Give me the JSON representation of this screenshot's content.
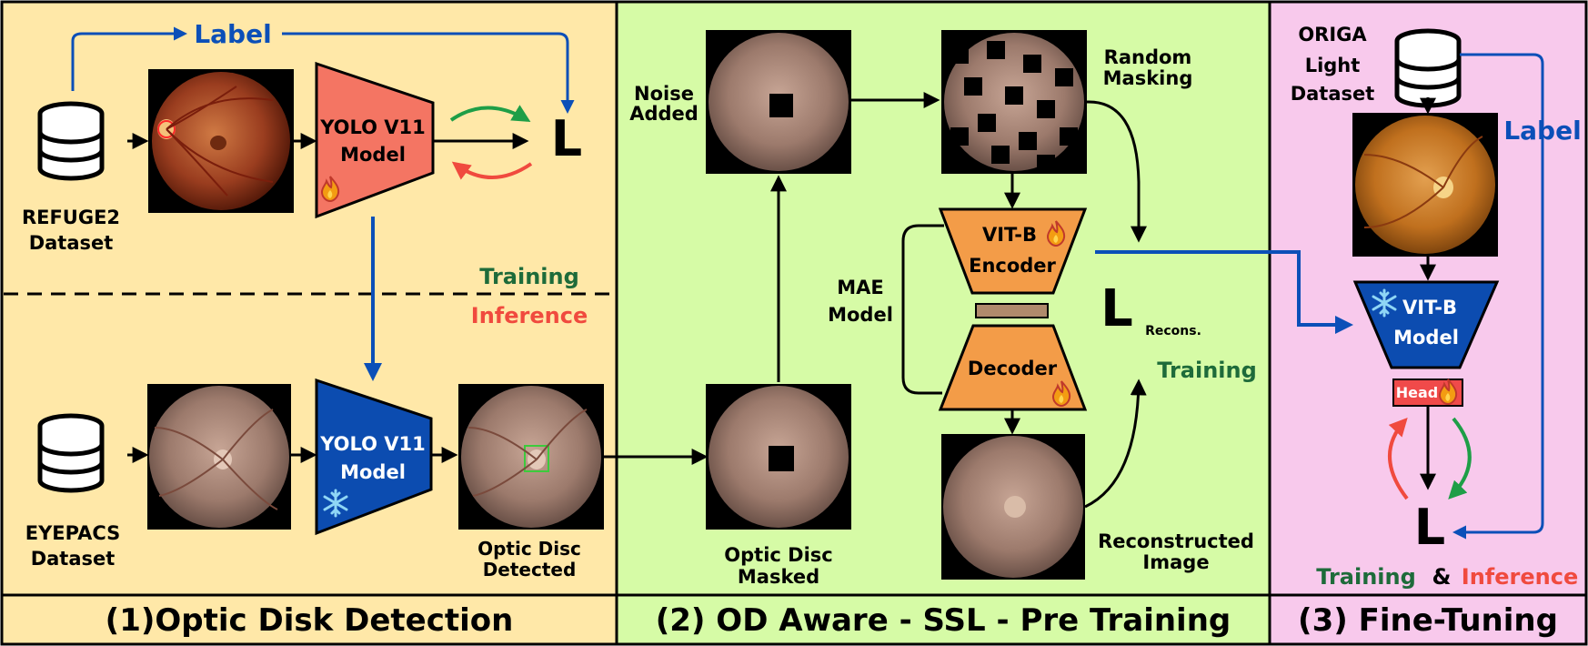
{
  "colors": {
    "panel1": "#FFE8A8",
    "panel2": "#D6FBA6",
    "panel3": "#F8C9EC",
    "blue": "#0B4FB8",
    "red": "#F04A3E",
    "green": "#1E9E47",
    "dark_green": "#1E6B3A",
    "trapezoid_red": "#F47563",
    "trapezoid_orange": "#F39C48",
    "trapezoid_blue": "#0C4CB0"
  },
  "panel1": {
    "label_top": "Label",
    "refuge_line1": "REFUGE2",
    "refuge_line2": "Dataset",
    "yolo_train_line1": "YOLO V11",
    "yolo_train_line2": "Model",
    "loss": "L",
    "training": "Training",
    "inference": "Inference",
    "eyepacs_line1": "EYEPACS",
    "eyepacs_line2": "Dataset",
    "yolo_infer_line1": "YOLO V11",
    "yolo_infer_line2": "Model",
    "detected_line1": "Optic Disc",
    "detected_line2": "Detected",
    "footer": "(1)Optic Disk Detection"
  },
  "panel2": {
    "noise_line1": "Noise",
    "noise_line2": "Added",
    "masking_line1": "Random",
    "masking_line2": "Masking",
    "encoder_line1": "VIT-B",
    "encoder_line2": "Encoder",
    "mae_line1": "MAE",
    "mae_line2": "Model",
    "loss": "L",
    "loss_sub": "Recons.",
    "decoder": "Decoder",
    "training": "Training",
    "masked_line1": "Optic Disc",
    "masked_line2": "Masked",
    "recon_line1": "Reconstructed",
    "recon_line2": "Image",
    "footer": "(2) OD Aware - SSL - Pre Training"
  },
  "panel3": {
    "origa_line1": "ORIGA",
    "origa_line2": "Light",
    "origa_line3": "Dataset",
    "label": "Label",
    "vit_line1": "VIT-B",
    "vit_line2": "Model",
    "head": "Head",
    "loss": "L",
    "training": "Training",
    "amp": "&",
    "inference": "Inference",
    "footer": "(3) Fine-Tuning"
  },
  "icons": [
    "database-icon",
    "fire-icon",
    "snowflake-icon",
    "fundus-image"
  ]
}
